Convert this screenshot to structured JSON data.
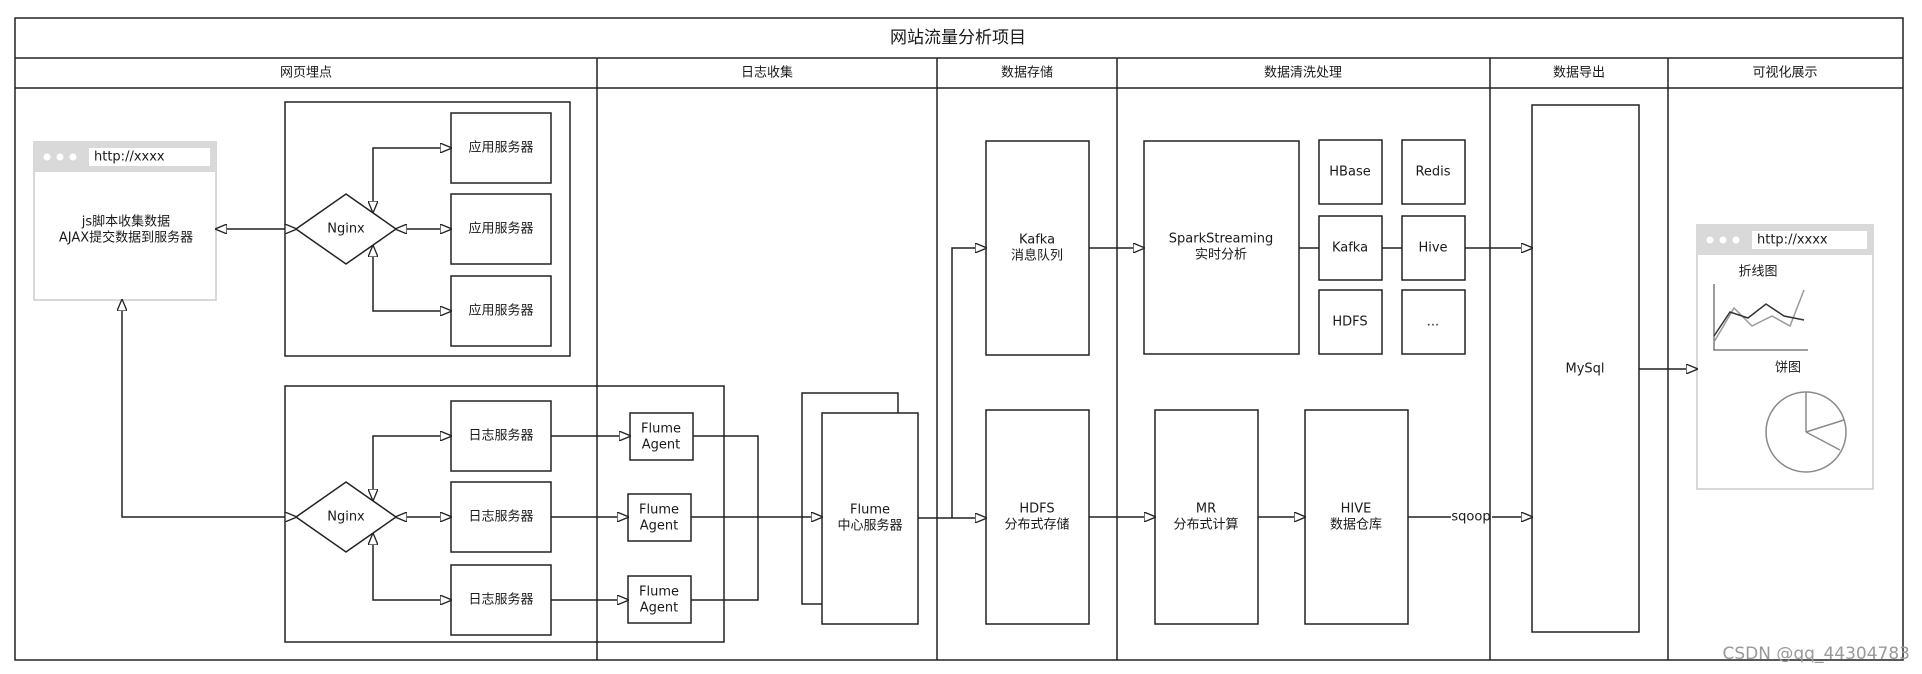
{
  "title": "网站流量分析项目",
  "columns": [
    "网页埋点",
    "日志收集",
    "数据存储",
    "数据清洗处理",
    "数据导出",
    "可视化展示"
  ],
  "browser_left": {
    "url": "http://xxxx",
    "line1": "js脚本收集数据",
    "line2": "AJAX提交数据到服务器"
  },
  "nginx_label": "Nginx",
  "app_server_label": "应用服务器",
  "log_server_label": "日志服务器",
  "flume_agent": [
    "Flume",
    "Agent"
  ],
  "flume_center": [
    "Flume",
    "中心服务器"
  ],
  "kafka_queue": [
    "Kafka",
    "消息队列"
  ],
  "hdfs_store": [
    "HDFS",
    "分布式存储"
  ],
  "spark_streaming": [
    "SparkStreaming",
    "实时分析"
  ],
  "small_boxes": {
    "hbase": "HBase",
    "redis": "Redis",
    "kafka": "Kafka",
    "hive": "Hive",
    "hdfs": "HDFS",
    "more": "..."
  },
  "mr_compute": [
    "MR",
    "分布式计算"
  ],
  "hive_warehouse": [
    "HIVE",
    "数据仓库"
  ],
  "sqoop_label": "sqoop",
  "mysql_label": "MySql",
  "browser_right": {
    "url": "http://xxxx",
    "line_chart_label": "折线图",
    "pie_chart_label": "饼图"
  },
  "watermark": "CSDN @qq_44304783",
  "colors": {
    "stroke": "#222222",
    "browser_bar": "#d9d9d9",
    "browser_border": "#cccccc",
    "watermark": "#9a9a9a"
  }
}
